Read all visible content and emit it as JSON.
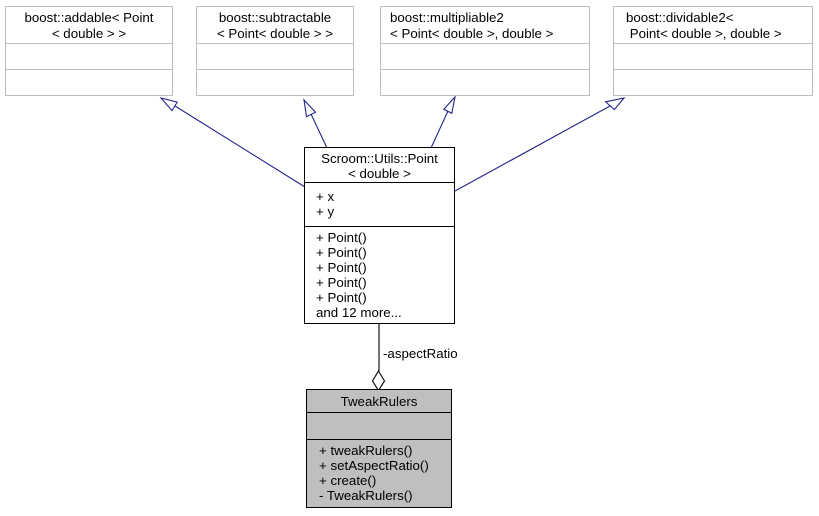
{
  "diagram": {
    "background": "#ffffff",
    "inheritance_color": "#23238c",
    "aggregation_color": "#000000",
    "gray_border_color": "#bebebe",
    "highlight_fill_color": "#bfbfbf",
    "edge_label": "-aspectRatio"
  },
  "classes": {
    "addable": {
      "title_lines": [
        "boost::addable< Point",
        "< double > >"
      ]
    },
    "subtractable": {
      "title_lines": [
        "boost::subtractable",
        "< Point< double > >"
      ]
    },
    "multipliable": {
      "title_lines": [
        "boost::multipliable2",
        "< Point< double >, double >"
      ]
    },
    "dividable": {
      "title_lines": [
        "boost::dividable2<",
        " Point< double >, double >"
      ]
    },
    "point": {
      "title_lines": [
        "Scroom::Utils::Point",
        "< double >"
      ],
      "attributes": [
        "+ x",
        "+ y"
      ],
      "methods": [
        "+ Point()",
        "+ Point()",
        "+ Point()",
        "+ Point()",
        "+ Point()",
        "and 12 more..."
      ]
    },
    "tweakrulers": {
      "title": "TweakRulers",
      "methods": [
        "+ tweakRulers()",
        "+ setAspectRatio()",
        "+ create()",
        "- TweakRulers()"
      ]
    }
  }
}
